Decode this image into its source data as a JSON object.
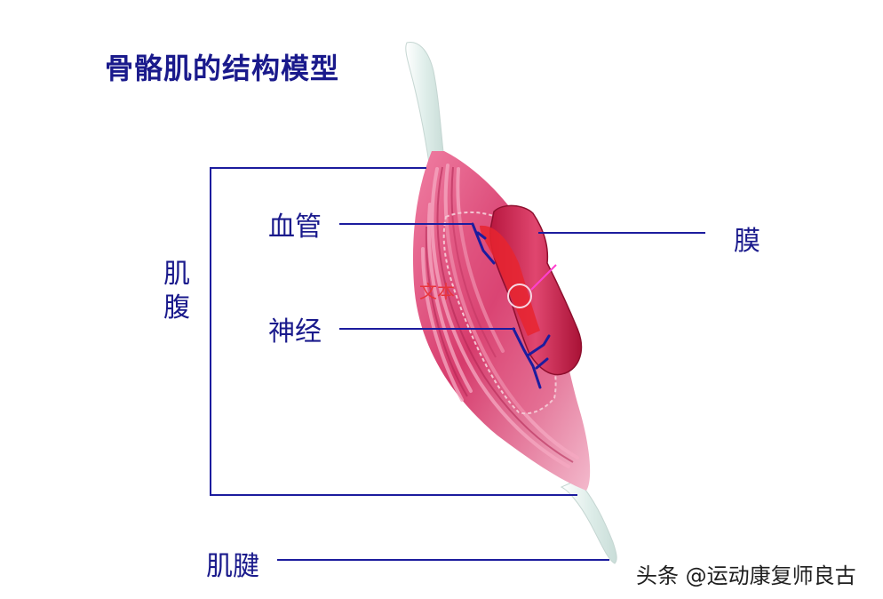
{
  "title": "骨骼肌的结构模型",
  "labels": {
    "vessel": "血管",
    "nerve": "神经",
    "membrane": "膜",
    "belly": "肌腹",
    "tendon": "肌腱",
    "inner_text": "文本"
  },
  "watermark": "头条 @运动康复师良古",
  "colors": {
    "label_text": "#1a1a8c",
    "leader_lines": "#1c1c9e",
    "muscle": "#d8406e",
    "tendon": "#e6f0ee",
    "inner_text": "#e8343c"
  }
}
